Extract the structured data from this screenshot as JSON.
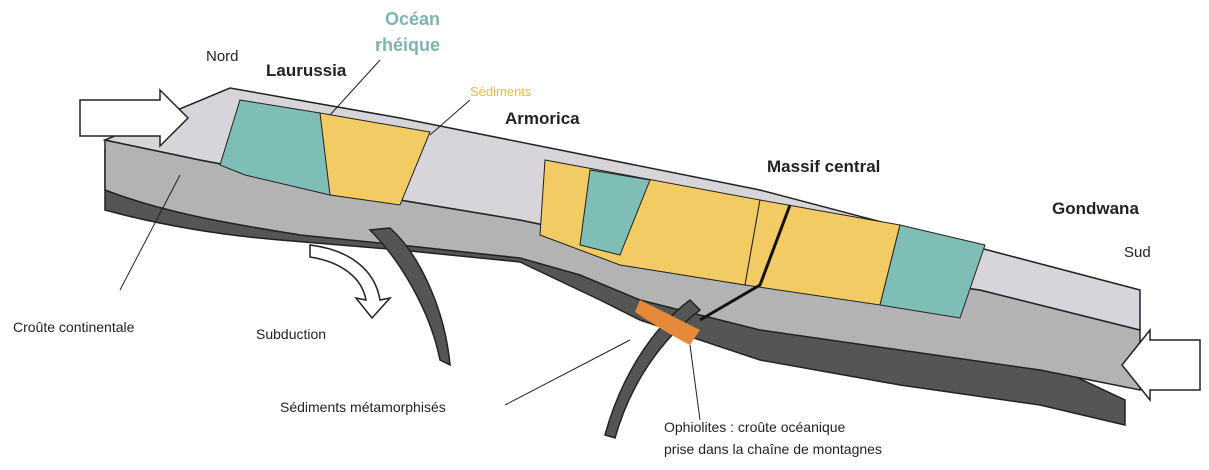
{
  "labels": {
    "nord": "Nord",
    "sud": "Sud",
    "laurussia": "Laurussia",
    "ocean_line1": "Océan",
    "ocean_line2": "rhéique",
    "sediments": "Sédiments",
    "armorica": "Armorica",
    "massif_central": "Massif central",
    "gondwana": "Gondwana",
    "croute_continentale": "Croûte continentale",
    "subduction": "Subduction",
    "sediments_metamorphises": "Sédiments métamorphisés",
    "ophiolites_line1": "Ophiolites : croûte océanique",
    "ophiolites_line2": "prise dans la chaîne de montagnes"
  },
  "colors": {
    "ocean": "#7fbdb7",
    "sediments": "#f2cb63",
    "continental_crust_top": "#d8d5da",
    "crust_side": "#b3b3b3",
    "mantle_lithosphere": "#555555",
    "outline": "#222222",
    "ocean_label": "#7fb3ad",
    "sediment_label": "#e9b84a"
  }
}
